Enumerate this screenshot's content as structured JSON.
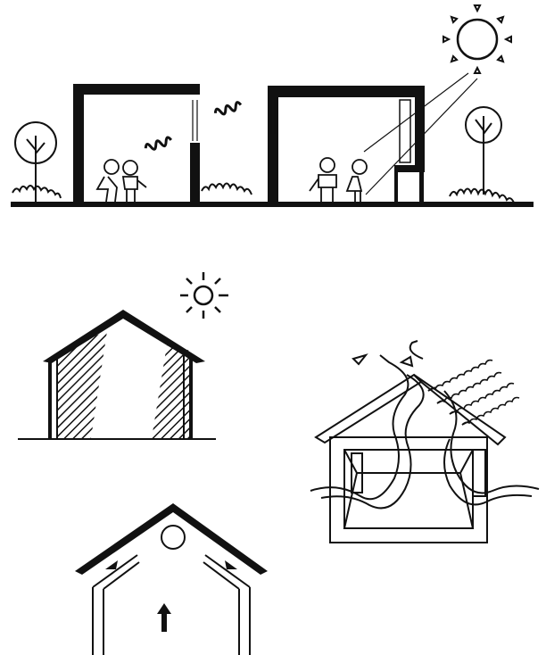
{
  "colors": {
    "ink": "#111111",
    "paper": "#ffffff"
  },
  "figures": [
    {
      "id": "section-two-rooms",
      "icons": [
        "sun-icon",
        "tree-icon",
        "shrub-icon",
        "children-icon",
        "heat-wave-icon",
        "sun-ray-icon"
      ]
    },
    {
      "id": "gable-shading",
      "icons": [
        "sun-icon",
        "hatched-shadow-icon"
      ]
    },
    {
      "id": "roof-ventilation",
      "icons": [
        "airflow-arrow-icon",
        "radiation-wave-icon"
      ]
    },
    {
      "id": "stack-ventilation",
      "icons": [
        "vent-opening-icon",
        "up-arrow-icon"
      ]
    }
  ]
}
